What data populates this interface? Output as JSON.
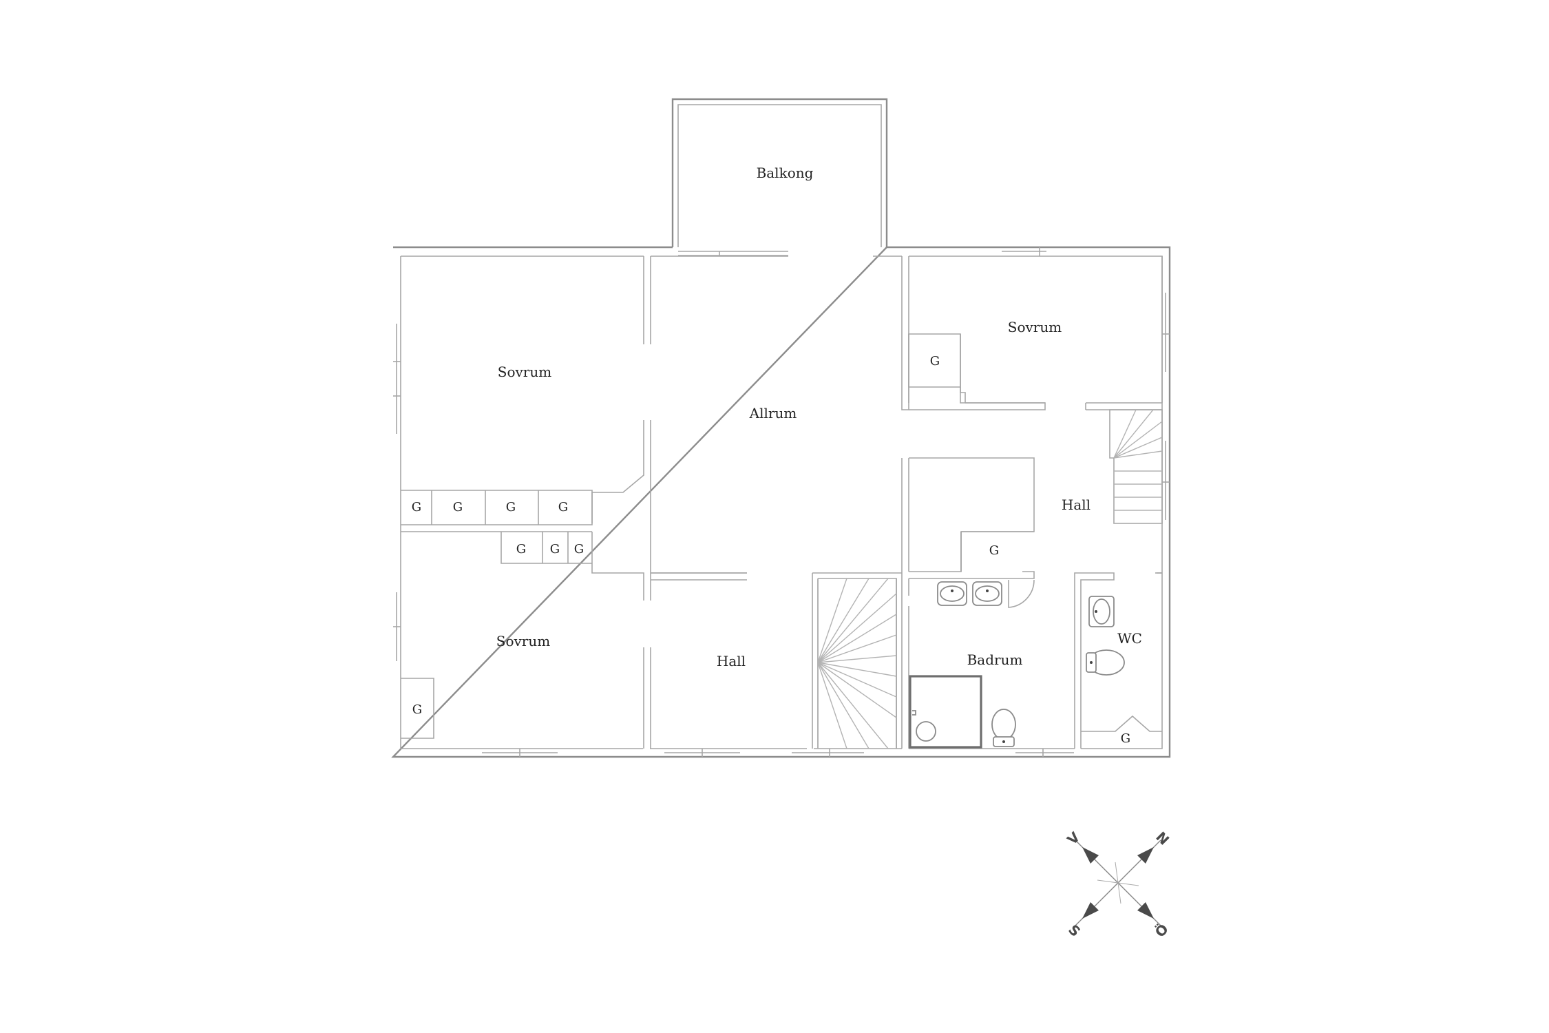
{
  "rooms": {
    "balkong": "Balkong",
    "sovrum_nw": "Sovrum",
    "allrum": "Allrum",
    "sovrum_ne": "Sovrum",
    "hall_east": "Hall",
    "sovrum_sw": "Sovrum",
    "hall_south": "Hall",
    "badrum": "Badrum",
    "wc": "WC"
  },
  "storage_label": "G",
  "compass": {
    "north": "N",
    "east": "Ö",
    "south": "S",
    "west": "V"
  },
  "colors": {
    "walls": "#8c8c8c",
    "shower": "#6e6e6e",
    "compass": "#4a4a4a"
  }
}
